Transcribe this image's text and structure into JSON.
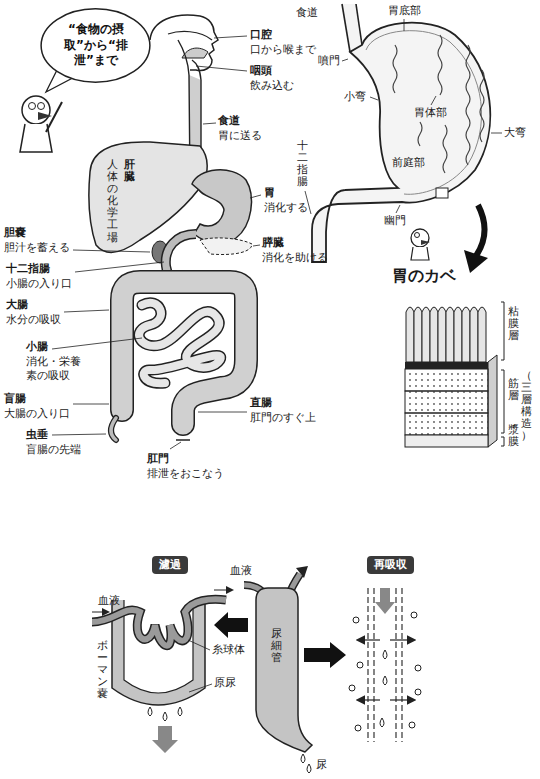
{
  "diagram": {
    "nodes": [
      {
        "text": [
          "“食物の摂取”から“排泄”まで"
        ]
      },
      {
        "text": [
          "濾過"
        ]
      },
      {
        "text": [
          "再吸収"
        ]
      }
    ],
    "labels": [
      "口腔",
      "口から喉まで",
      "咽頭",
      "飲み込む",
      "肝臓",
      "人体の化学工場",
      "食道",
      "胃に送る",
      "胃",
      "消化する",
      "胆嚢",
      "胆汁を蓄える",
      "膵臓",
      "消化を助ける",
      "十二指腸",
      "小腸の入り口",
      "大腸",
      "水分の吸収",
      "小腸",
      "消化・栄養素の吸収",
      "盲腸",
      "大腸の入り口",
      "虫垂",
      "盲腸の先端",
      "直腸",
      "肛門のすぐ上",
      "肛門",
      "排泄をおこなう",
      "食道",
      "胃底部",
      "噴門",
      "小弯",
      "胃体部",
      "大弯",
      "前庭部",
      "十二指腸",
      "幽門",
      "胃のカベ",
      "粘膜層",
      "筋層",
      "（三層構造）",
      "漿膜",
      "血液",
      "血液",
      "糸球体",
      "ボーマン嚢",
      "原尿",
      "尿細管",
      "尿"
    ]
  }
}
